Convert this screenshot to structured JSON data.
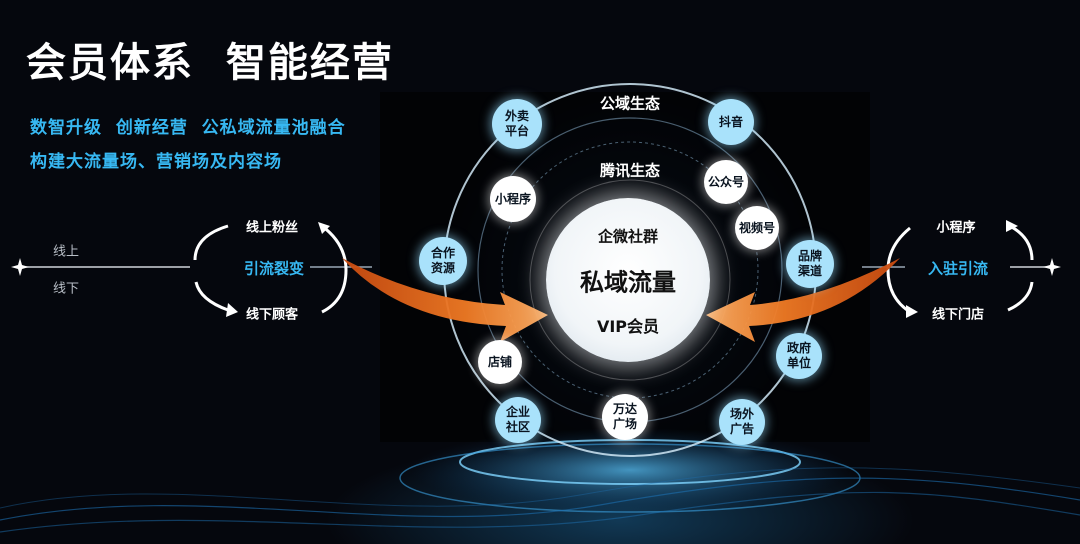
{
  "header": {
    "title": "会员体系  智能经营",
    "subtitle_line1": "数智升级  创新经营  公私域流量池融合",
    "subtitle_line2": "构建大流量场、营销场及内容场"
  },
  "center": {
    "top": "企微社群",
    "main": "私域流量",
    "bottom": "VIP会员"
  },
  "rings": {
    "outer": "公域生态",
    "inner": "腾讯生态"
  },
  "nodes": {
    "waimai": "外卖\n平台",
    "douyin": "抖音",
    "xiaochengxu": "小程序",
    "gongzhonghao": "公众号",
    "shipinhao": "视频号",
    "hezuo": "合作\n资源",
    "pinpai": "品牌\n渠道",
    "dianpu": "店铺",
    "zhengfu": "政府\n单位",
    "qiye": "企业\n社区",
    "wanda": "万达\n广场",
    "changwai": "场外\n广告"
  },
  "left_panel": {
    "online": "线上",
    "offline": "线下",
    "top": "线上粉丝",
    "middle": "引流裂变",
    "bottom": "线下顾客"
  },
  "right_panel": {
    "top": "小程序",
    "middle": "入驻引流",
    "bottom": "线下门店"
  },
  "colors": {
    "accent_blue": "#37b8f2",
    "node_blue": "#a9e2fb",
    "arrow_orange": "#f07a24"
  }
}
